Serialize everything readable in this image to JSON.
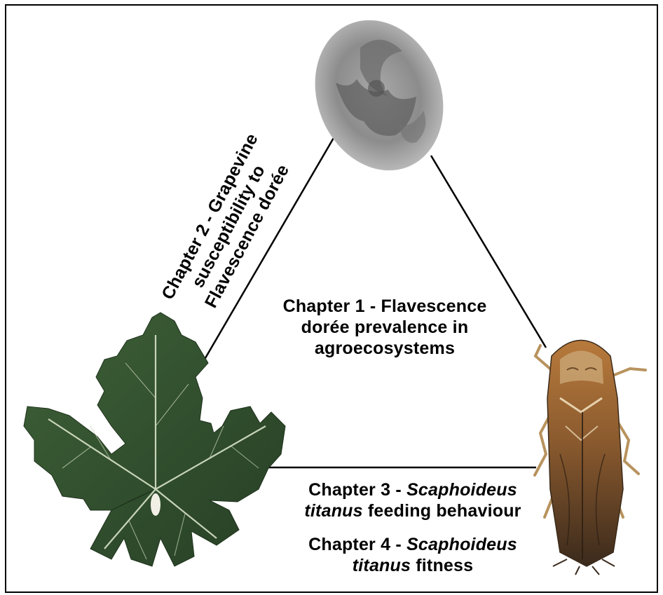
{
  "colors": {
    "leaf_dark": "#2f4a2c",
    "leaf_mid": "#46673f",
    "leaf_vein": "#d9e3c8",
    "phytoplasma_gray": "#8f8f8f",
    "insect_brown": "#8a5a2e",
    "insect_light": "#c8a372",
    "line": "#000000"
  },
  "icons": {
    "phytoplasma": "phytoplasma-cell-image",
    "leaf": "grapevine-leaf-image",
    "insect": "leafhopper-insect-image"
  },
  "labels": {
    "chapter1": {
      "line1": "Chapter 1 - Flavescence",
      "line2": "dorée prevalence in",
      "line3": "agroecosystems"
    },
    "chapter2": {
      "line1": "Chapter 2 - Grapevine",
      "line2": "susceptibility to",
      "line3": "Flavescence dorée"
    },
    "chapter3": {
      "line1_prefix": "Chapter 3 - ",
      "line1_italic": "Scaphoideus",
      "line2_italic": "titanus",
      "line2_suffix": " feeding behaviour"
    },
    "chapter4": {
      "line1_prefix": "Chapter 4 - ",
      "line1_italic": "Scaphoideus",
      "line2_italic": "titanus",
      "line2_suffix": " fitness"
    }
  }
}
